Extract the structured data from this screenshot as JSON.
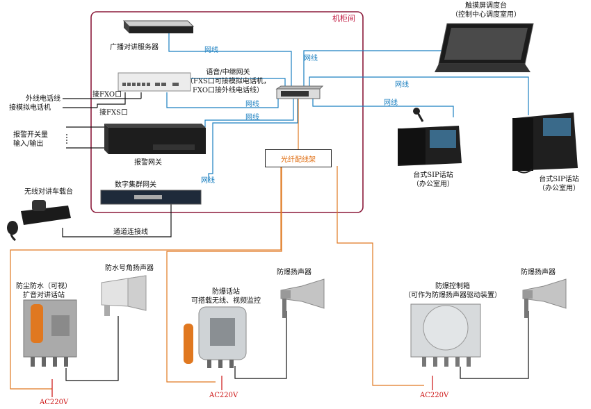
{
  "cabinet": {
    "title": "机柜间"
  },
  "devices": {
    "pa_server": "广播对讲服务器",
    "voice_gateway": [
      "语音/中继网关",
      "（FXS口可接模拟电话机，",
      "FXO口接外线电话线）"
    ],
    "alarm_gateway": "报警网关",
    "digital_trunk_gateway": "数字集群网关",
    "fiber_patch_panel": "光纤配线架",
    "touch_console": [
      "触摸屏调度台",
      "（控制中心调度室用）"
    ],
    "sip_phone_1": [
      "台式SIP话站",
      "（办公室用）"
    ],
    "sip_phone_2": [
      "台式SIP话站",
      "（办公室用）"
    ],
    "radio": "无线对讲车载台",
    "horn_speaker_1": "防水号角扬声器",
    "dust_station": [
      "防尘防水（可视）",
      "扩音对讲话站"
    ],
    "explosion_station": [
      "防爆话站",
      "可搭载无线、视频监控"
    ],
    "explosion_speaker_1": "防爆扬声器",
    "explosion_control_box": [
      "防爆控制箱",
      "（可作为防爆扬声器驱动装置）"
    ],
    "explosion_speaker_2": "防爆扬声器"
  },
  "connections": {
    "network_cable": "网线",
    "outside_line": "外线电话线",
    "analog_phone": "接模拟电话机",
    "fxo_port": "接FXO口",
    "fxs_port": "接FXS口",
    "alarm_io": [
      "报警开关量",
      "输入/输出"
    ],
    "channel_link": "通道连接线",
    "power": "AC220V"
  },
  "colors": {
    "network": "#1a7fc0",
    "fiber": "#e07820",
    "cabinet_border": "#8b1a3a",
    "power": "#cc1111"
  }
}
